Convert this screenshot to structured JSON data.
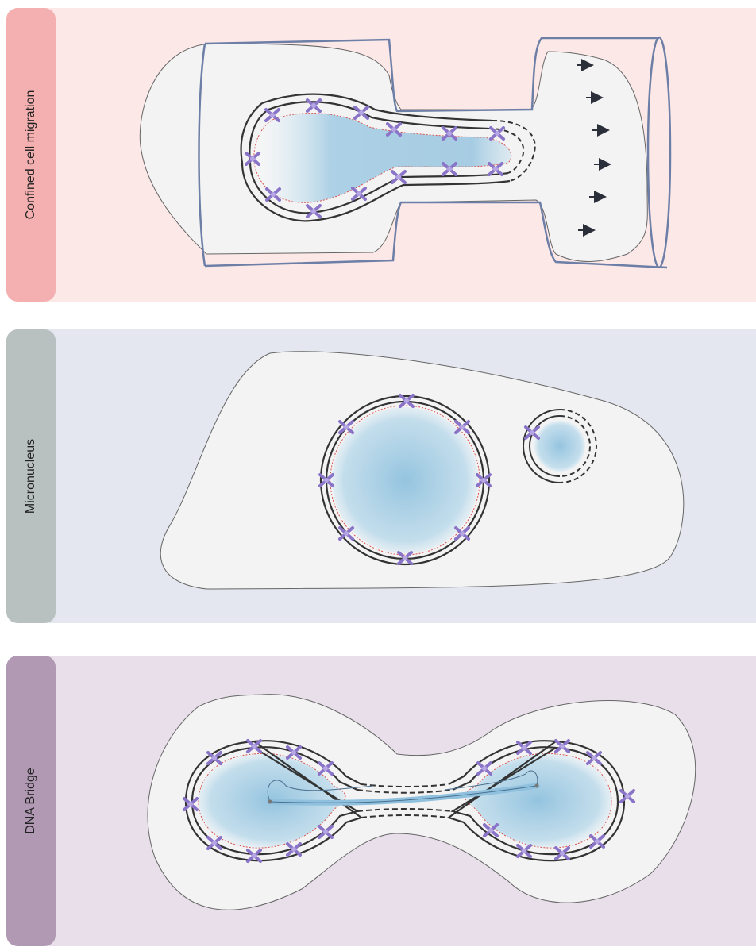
{
  "panels": [
    {
      "label": "Confined cell migration",
      "bg": "#fde8e8",
      "tab": "#f4b0b0"
    },
    {
      "label": "Micronucleus",
      "bg": "#e4e7ef",
      "tab": "#b8c0c0"
    },
    {
      "label": "DNA Bridge",
      "bg": "#e8dfea",
      "tab": "#b199b4"
    }
  ],
  "colors": {
    "cell_fill": "#f3f3f3",
    "cell_outline": "#666666",
    "channel": "#6d7fa6",
    "envelope": "#333333",
    "lamina": "#d9534f",
    "pore_complex": "#8a74c8",
    "chromatin": "#8fc1de",
    "arrow": "#2b2f3a"
  },
  "icons": [
    "pore-complex-icon",
    "arrow-right-icon"
  ]
}
